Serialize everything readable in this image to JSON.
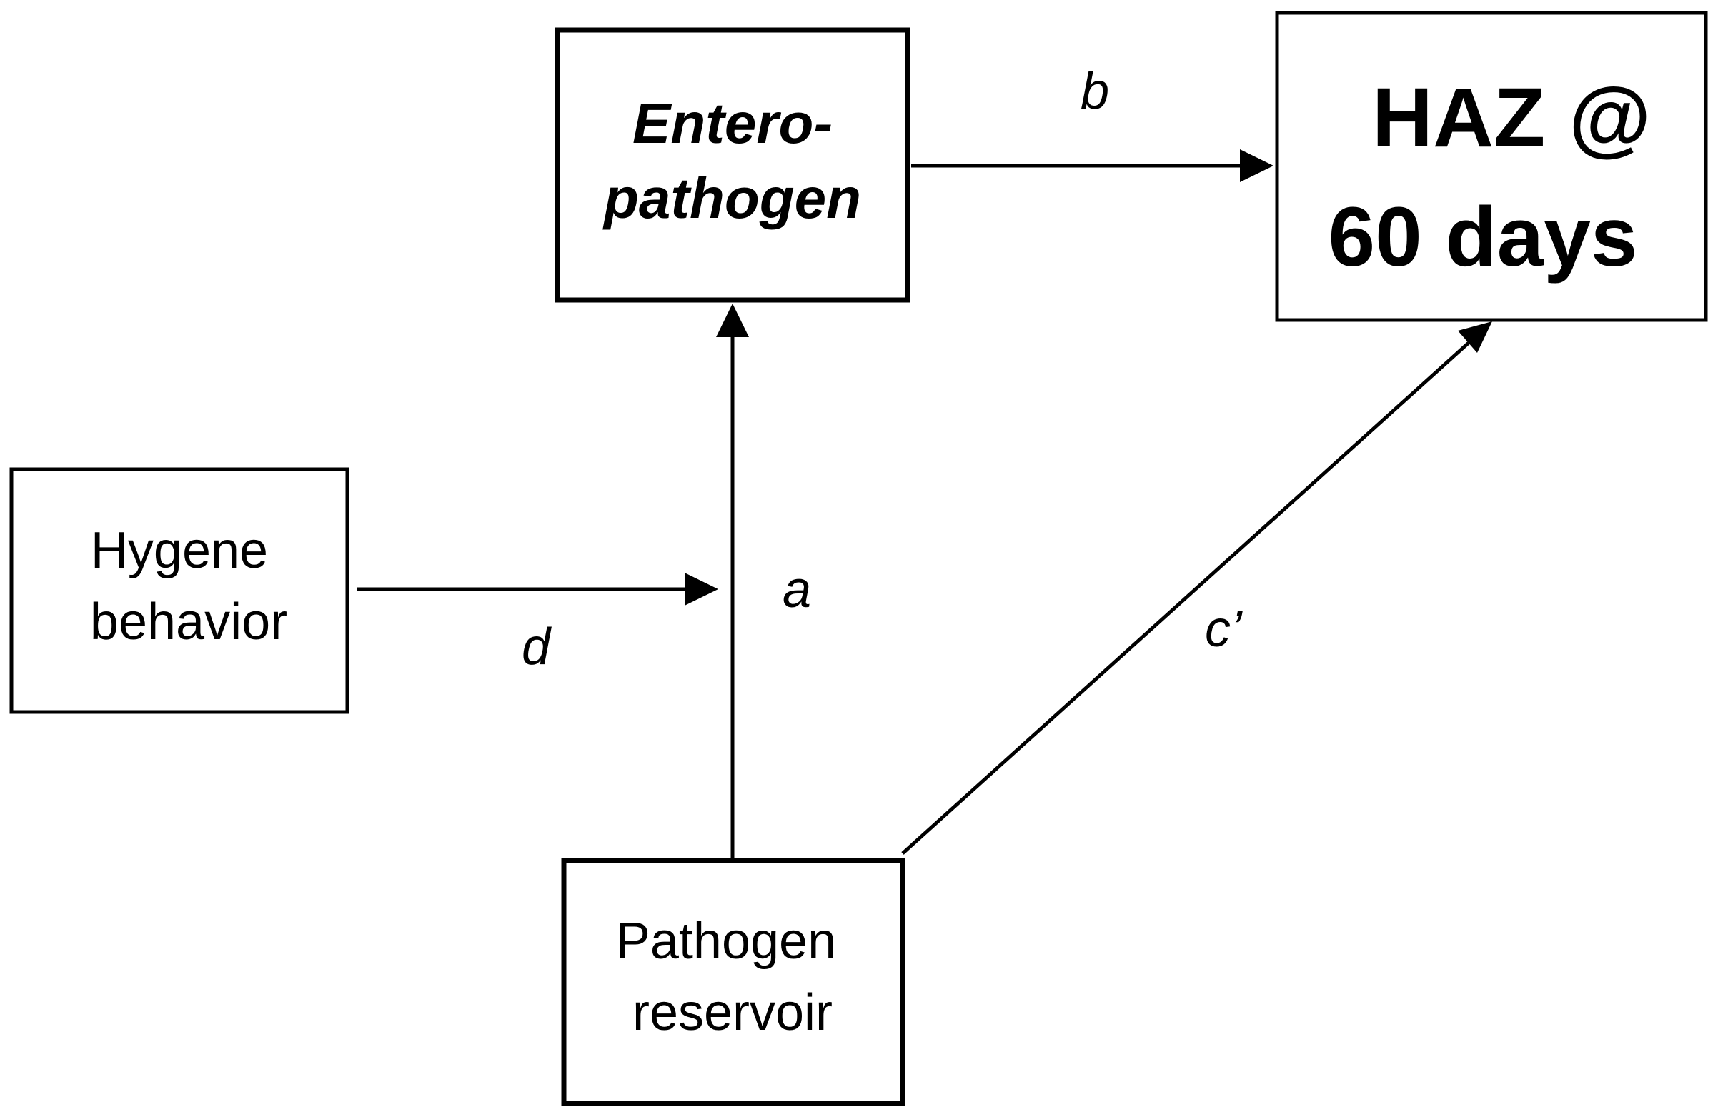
{
  "nodes": {
    "enteropathogen": {
      "lines": [
        "Entero-",
        "pathogen"
      ]
    },
    "haz": {
      "lines": [
        "HAZ @",
        "60 days"
      ]
    },
    "hygiene": {
      "lines": [
        "Hygene",
        "behavior"
      ]
    },
    "reservoir": {
      "lines": [
        "Pathogen",
        "reservoir"
      ]
    }
  },
  "edges": {
    "a": "a",
    "b": "b",
    "c_prime": "c’",
    "d": "d"
  }
}
